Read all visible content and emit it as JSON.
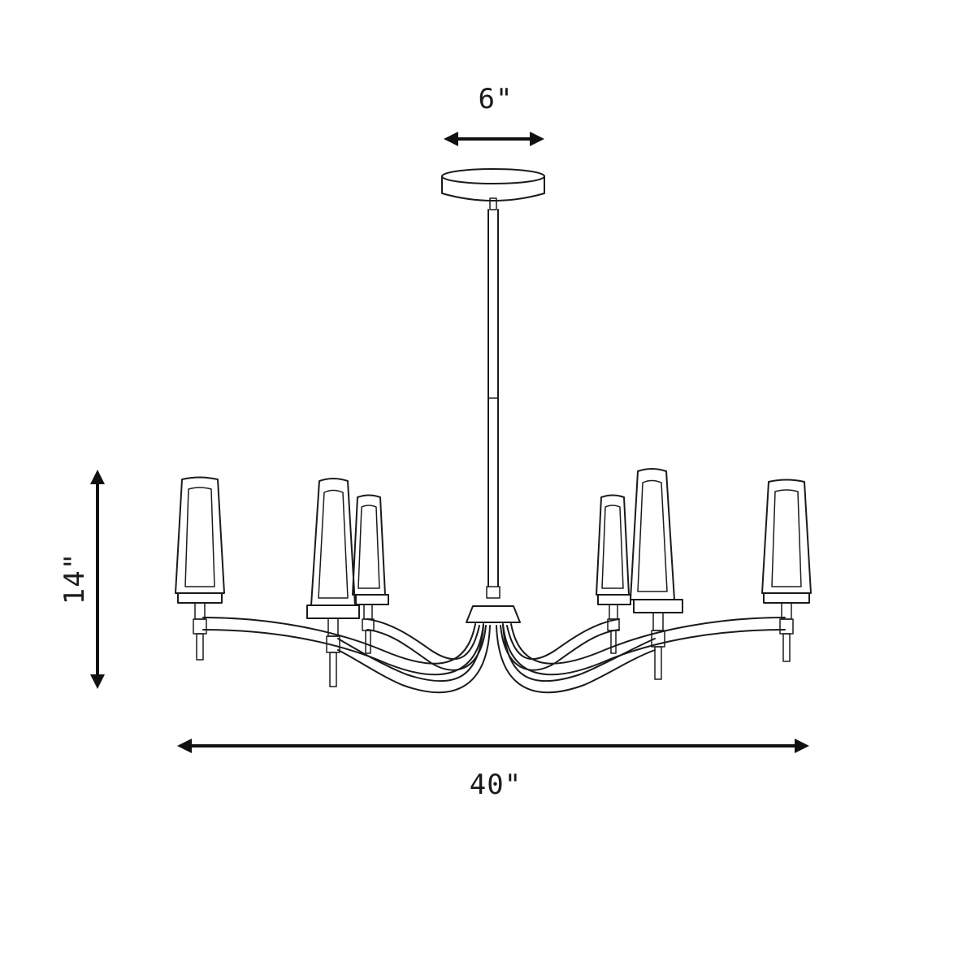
{
  "dimensions": {
    "canopy_width": "6\"",
    "overall_width": "40\"",
    "overall_height": "14\""
  },
  "colors": {
    "ink": "#1a1a1a",
    "background": "#ffffff"
  }
}
